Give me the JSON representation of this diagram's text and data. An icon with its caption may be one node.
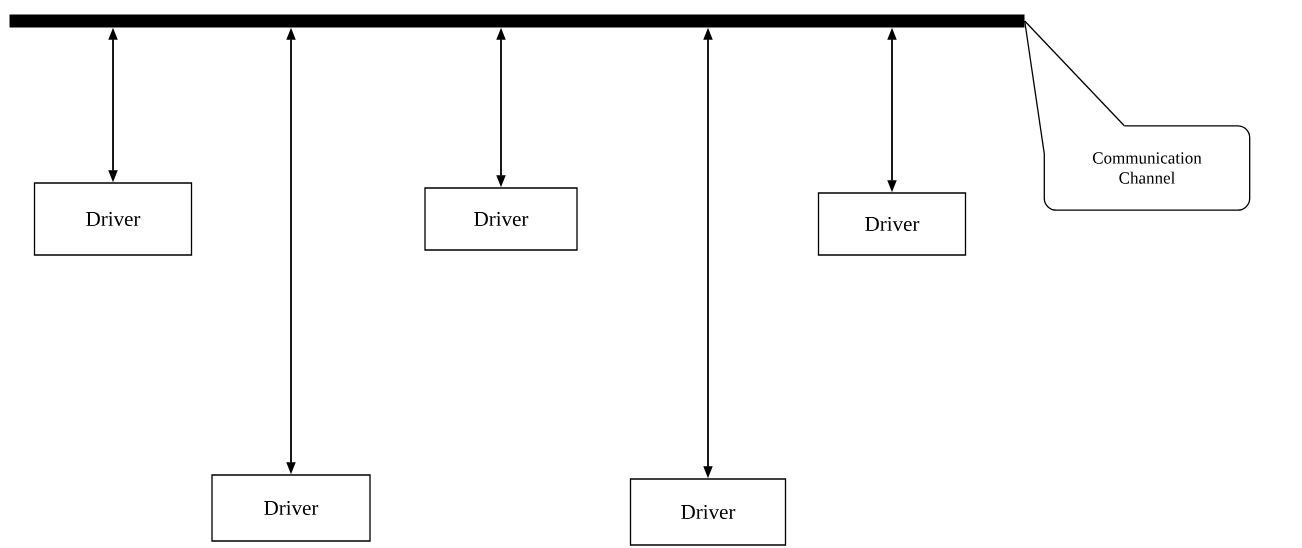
{
  "diagram": {
    "nodes": [
      {
        "text": [],
        "shape": "bar"
      },
      {
        "text": [
          "Driver"
        ]
      },
      {
        "text": [
          "Driver"
        ]
      },
      {
        "text": [
          "Driver"
        ]
      },
      {
        "text": [
          "Driver"
        ]
      },
      {
        "text": [
          "Driver"
        ]
      },
      {
        "text": [
          "Communication Channel"
        ]
      }
    ],
    "edges": [
      {
        "from": 0,
        "to": 1,
        "arrow": "both"
      },
      {
        "from": 0,
        "to": 2,
        "arrow": "both"
      },
      {
        "from": 0,
        "to": 3,
        "arrow": "both"
      },
      {
        "from": 0,
        "to": 4,
        "arrow": "both"
      },
      {
        "from": 0,
        "to": 5,
        "arrow": "both"
      },
      {
        "from": 6,
        "to": 0,
        "arrow": "none"
      }
    ]
  }
}
